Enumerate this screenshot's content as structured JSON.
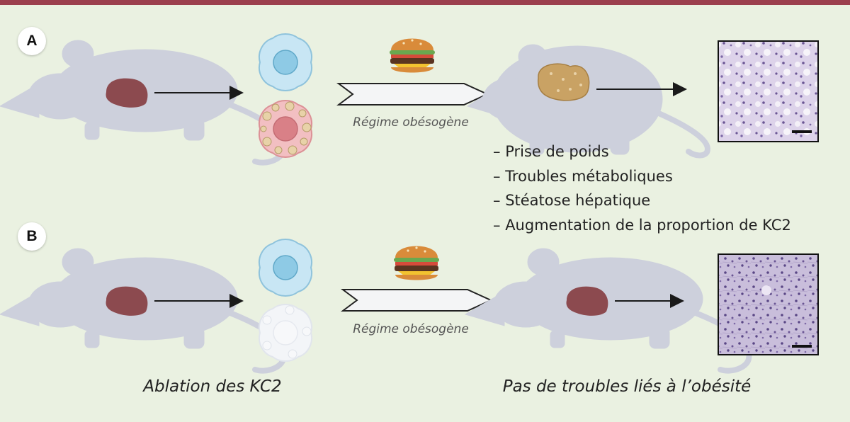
{
  "panels": {
    "a": {
      "letter": "A",
      "diet_label": "Régime obésogène",
      "outcomes": [
        "Prise de poids",
        "Troubles métaboliques",
        "Stéatose hépatique",
        "Augmentation de la proportion de KC2"
      ]
    },
    "b": {
      "letter": "B",
      "diet_label": "Régime obésogène",
      "condition_caption": "Ablation des KC2",
      "result_caption": "Pas de troubles liés à l’obésité"
    }
  },
  "colors": {
    "background": "#eaf1e1",
    "top_bar": "#9b3f4d",
    "mouse_silhouette": "#cdd0dc",
    "liver_normal": "#8c4a4f",
    "liver_steatotic": "#c9a264",
    "kc1_cell": "#b9def0",
    "kc2_cell": "#f0b3b6",
    "kc2_ablated": "#f1f3f7"
  },
  "icons": [
    "mouse-silhouette",
    "liver",
    "kupffer-cell",
    "burger-icon",
    "chevron-arrow",
    "histology-image"
  ]
}
